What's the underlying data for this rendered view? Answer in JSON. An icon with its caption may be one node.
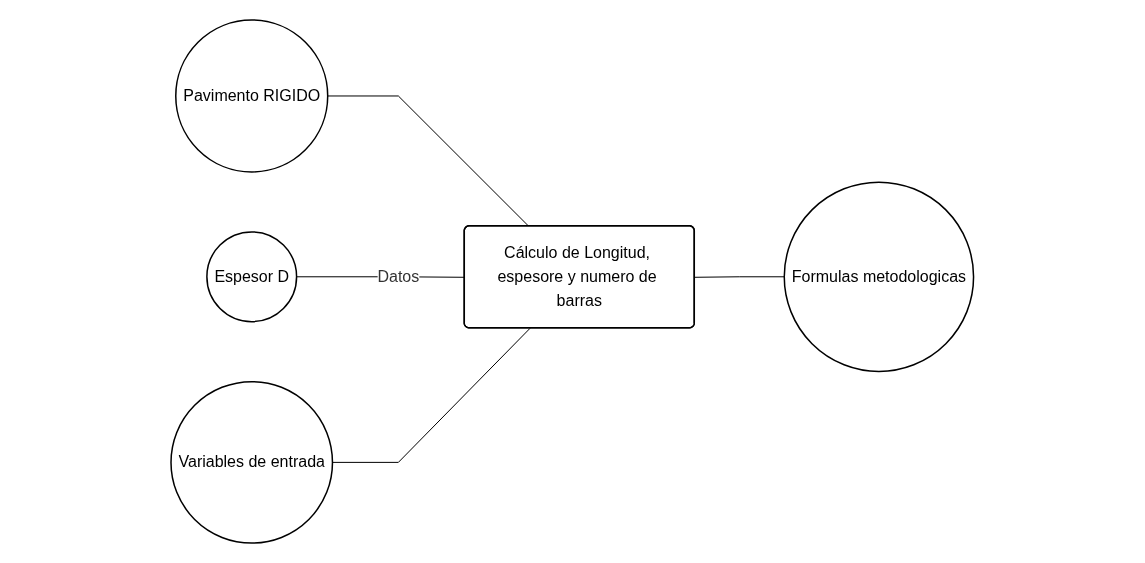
{
  "diagram": {
    "nodes": [
      {
        "text": [
          "Pavimento RIGIDO"
        ]
      },
      {
        "text": [
          "Espesor D"
        ]
      },
      {
        "text": [
          "Variables de entrada"
        ]
      },
      {
        "text": [
          "Cálculo de Longitud, espesore y numero de barras"
        ]
      },
      {
        "text": [
          "Formulas metodologicas"
        ]
      }
    ],
    "edges": [
      {
        "from": 0,
        "to": 3,
        "arrow": "none"
      },
      {
        "from": 1,
        "to": 3,
        "label": "Datos",
        "arrow": "none"
      },
      {
        "from": 2,
        "to": 3,
        "arrow": "none"
      },
      {
        "from": 3,
        "to": 4,
        "arrow": "none"
      }
    ]
  }
}
